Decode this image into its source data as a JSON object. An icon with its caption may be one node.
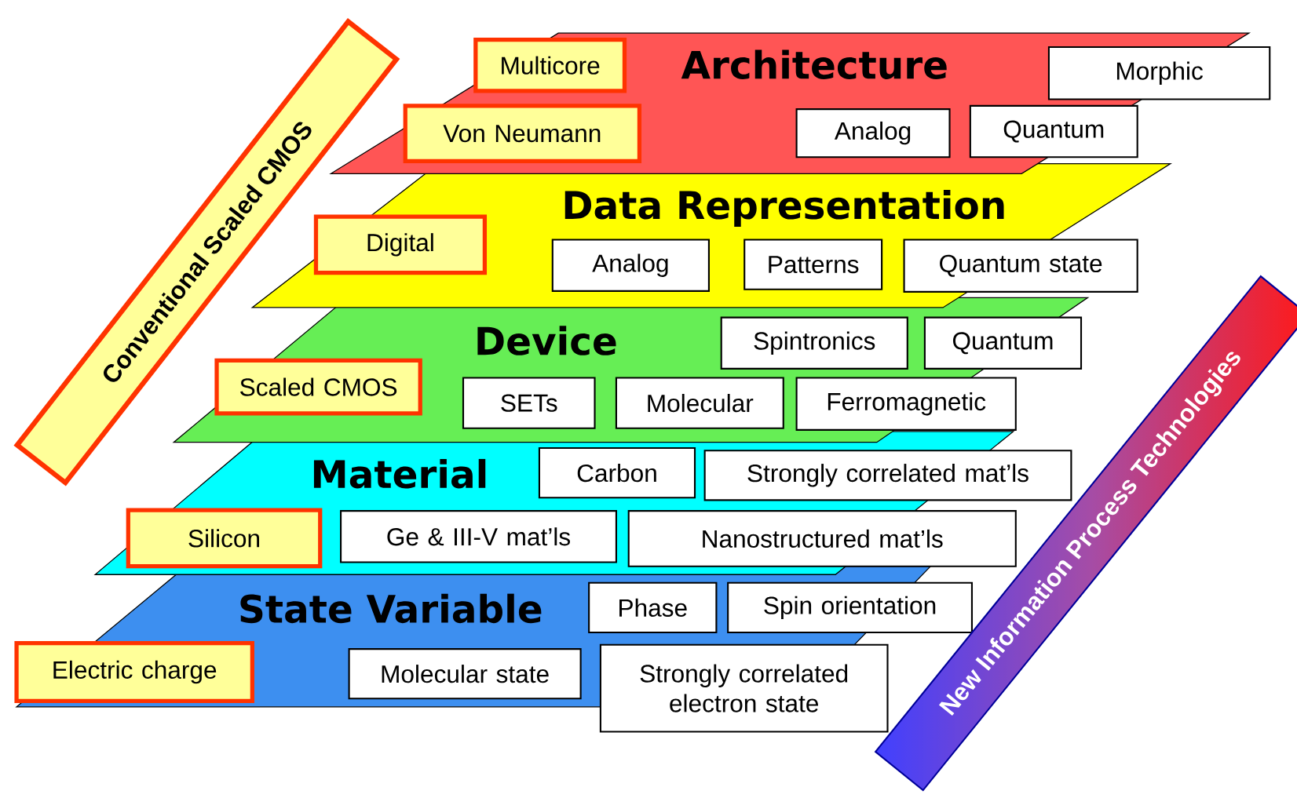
{
  "diagram": {
    "nodes": [
      {
        "text": [
          "Conventional Scaled CMOS"
        ]
      },
      {
        "text": [
          "Architecture"
        ]
      },
      {
        "text": [
          "Multicore"
        ],
        "in": 1
      },
      {
        "text": [
          "Von Neumann"
        ],
        "in": 1
      },
      {
        "text": [
          "Morphic"
        ]
      },
      {
        "text": [
          "Analog"
        ],
        "in": 1
      },
      {
        "text": [
          "Quantum"
        ],
        "in": 1
      },
      {
        "text": [
          "Data Representation"
        ]
      },
      {
        "text": [
          "Digital"
        ],
        "in": 7
      },
      {
        "text": [
          "Analog"
        ],
        "in": 7
      },
      {
        "text": [
          "Patterns"
        ],
        "in": 7
      },
      {
        "text": [
          "Quantum state"
        ]
      },
      {
        "text": [
          "Device"
        ]
      },
      {
        "text": [
          "Spintronics"
        ],
        "in": 12
      },
      {
        "text": [
          "Quantum"
        ],
        "in": 12
      },
      {
        "text": [
          "Scaled CMOS"
        ],
        "in": 12
      },
      {
        "text": [
          "SETs"
        ],
        "in": 12
      },
      {
        "text": [
          "Molecular"
        ],
        "in": 12
      },
      {
        "text": [
          "Ferromagnetic"
        ],
        "in": 12
      },
      {
        "text": [
          "Material"
        ]
      },
      {
        "text": [
          "Carbon"
        ],
        "in": 19
      },
      {
        "text": [
          "Strongly correlated mat’ls"
        ]
      },
      {
        "text": [
          "Silicon"
        ],
        "in": 19
      },
      {
        "text": [
          "Ge & III-V mat’ls"
        ],
        "in": 19
      },
      {
        "text": [
          "Nanostructured mat’ls"
        ],
        "in": 19
      },
      {
        "text": [
          "State Variable"
        ]
      },
      {
        "text": [
          "Phase"
        ],
        "in": 25
      },
      {
        "text": [
          "Spin orientation"
        ]
      },
      {
        "text": [
          "Electric charge"
        ],
        "in": 25
      },
      {
        "text": [
          "Molecular state"
        ],
        "in": 25
      },
      {
        "text": [
          "Strongly correlated electron state"
        ]
      },
      {
        "text": [
          "New Information Process Technologies"
        ]
      }
    ]
  }
}
